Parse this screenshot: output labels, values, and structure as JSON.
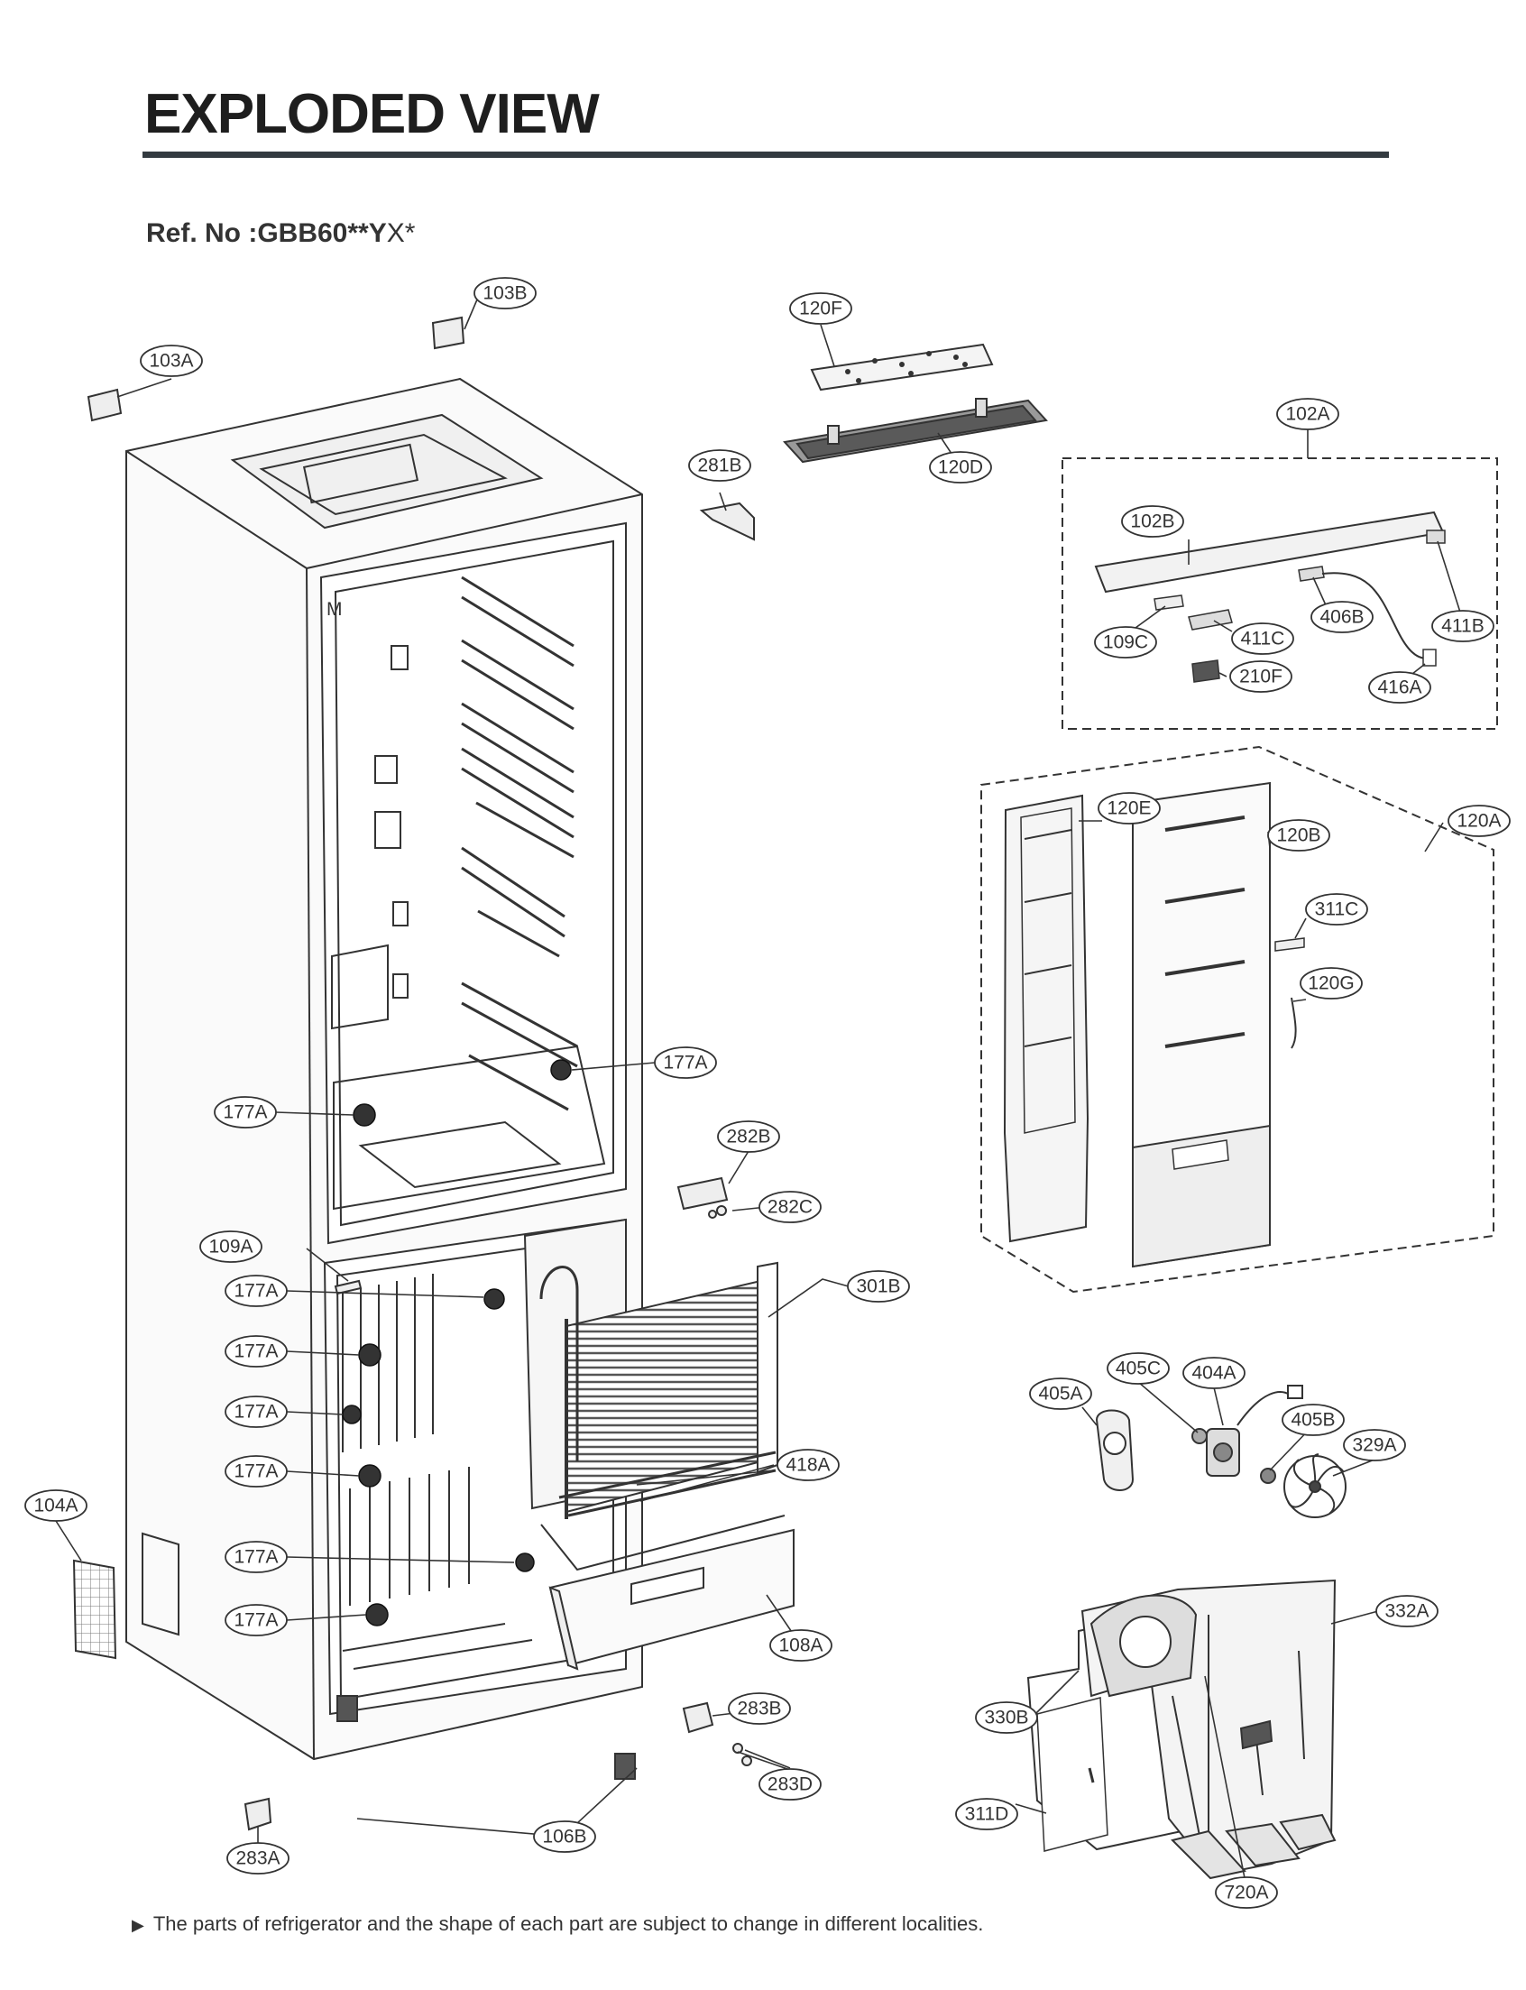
{
  "header": {
    "title": "EXPLODED VIEW",
    "ref_label": "Ref. No :GBB60**Y",
    "ref_suffix": "X*"
  },
  "footer": {
    "note": "The parts of refrigerator and the shape of each part are subject to change in different localities."
  },
  "callouts": {
    "c103B": "103B",
    "c103A": "103A",
    "c120F": "120F",
    "c120D": "120D",
    "c281B": "281B",
    "c102A": "102A",
    "c102B": "102B",
    "c109C": "109C",
    "c411C": "411C",
    "c406B": "406B",
    "c411B": "411B",
    "c210F": "210F",
    "c416A": "416A",
    "c120E": "120E",
    "c120B": "120B",
    "c120A": "120A",
    "c311C": "311C",
    "c120G": "120G",
    "c177A_1": "177A",
    "c177A_2": "177A",
    "c282B": "282B",
    "c282C": "282C",
    "c109A": "109A",
    "c177A_3": "177A",
    "c301B": "301B",
    "c177A_4": "177A",
    "c177A_5": "177A",
    "c418A": "418A",
    "c177A_6": "177A",
    "c104A": "104A",
    "c177A_7": "177A",
    "c177A_8": "177A",
    "c108A": "108A",
    "c283B": "283B",
    "c283D": "283D",
    "c106B": "106B",
    "c283A": "283A",
    "c405C": "405C",
    "c404A": "404A",
    "c405A": "405A",
    "c405B": "405B",
    "c329A": "329A",
    "c332A": "332A",
    "c330B": "330B",
    "c311D": "311D",
    "c720A": "720A"
  }
}
